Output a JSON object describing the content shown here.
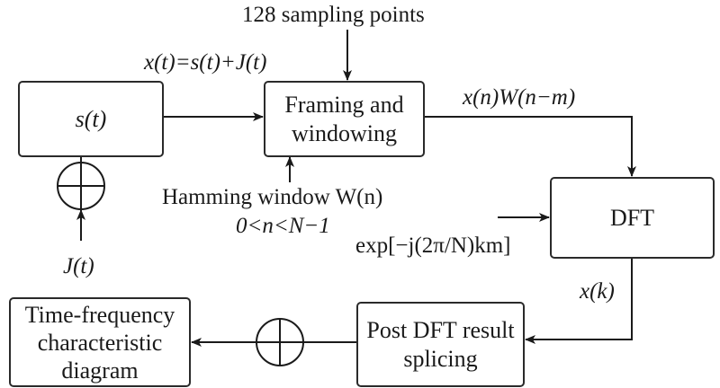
{
  "diagram": {
    "title": "",
    "nodes": {
      "signal": {
        "label": "s(t)"
      },
      "framing": {
        "line1": "Framing and",
        "line2": "windowing"
      },
      "dft": {
        "label": "DFT"
      },
      "splicing": {
        "line1": "Post DFT result",
        "line2": "splicing"
      },
      "tf_diagram": {
        "line1": "Time-frequency",
        "line2": "characteristic",
        "line3": "diagram"
      }
    },
    "labels": {
      "sum_signal": "x(t)=s(t)+J(t)",
      "sampling_points": "128 sampling points",
      "windowed_signal": "x(n)W(n−m)",
      "hamming_window_line1": "Hamming window W(n)",
      "hamming_window_range": "0<n<N−1",
      "dft_kernel": "exp[−j(2π/N)km]",
      "dft_output": "x(k)",
      "jamming": "J(t)"
    },
    "edges": [
      {
        "from": "signal",
        "to": "framing",
        "label": "x(t)=s(t)+J(t)"
      },
      {
        "from": "sampling_points",
        "to": "framing"
      },
      {
        "from": "hamming_window",
        "to": "framing"
      },
      {
        "from": "framing",
        "to": "dft",
        "label": "x(n)W(n−m)"
      },
      {
        "from": "dft_kernel",
        "to": "dft"
      },
      {
        "from": "dft",
        "to": "splicing",
        "label": "x(k)"
      },
      {
        "from": "splicing",
        "to": "tf_diagram",
        "via": "summing-junction"
      },
      {
        "from": "jamming",
        "to": "signal",
        "via": "summing-junction"
      }
    ]
  }
}
